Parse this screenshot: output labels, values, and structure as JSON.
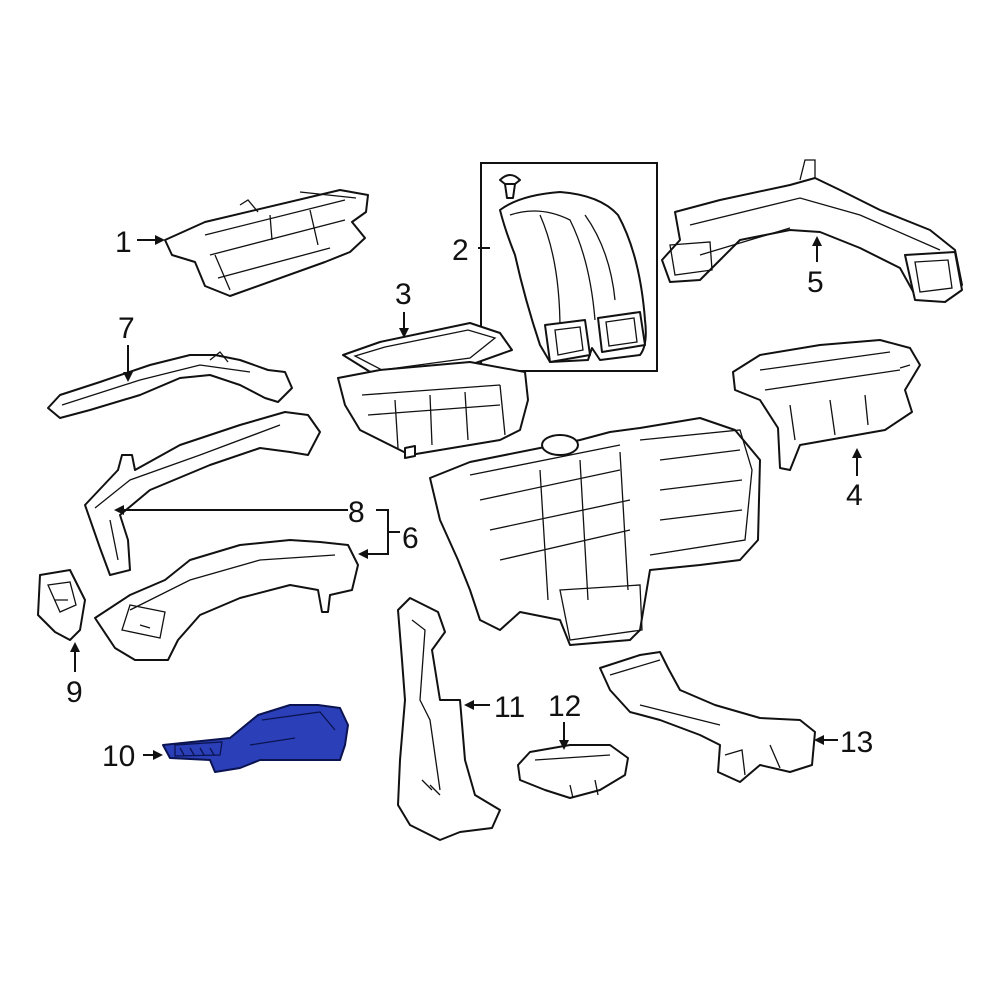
{
  "diagram": {
    "highlight_color": "#2a3fb8",
    "callouts": {
      "c1": "1",
      "c2": "2",
      "c3": "3",
      "c4": "4",
      "c5": "5",
      "c6": "6",
      "c7": "7",
      "c8": "8",
      "c9": "9",
      "c10": "10",
      "c11": "11",
      "c12": "12",
      "c13": "13"
    }
  }
}
